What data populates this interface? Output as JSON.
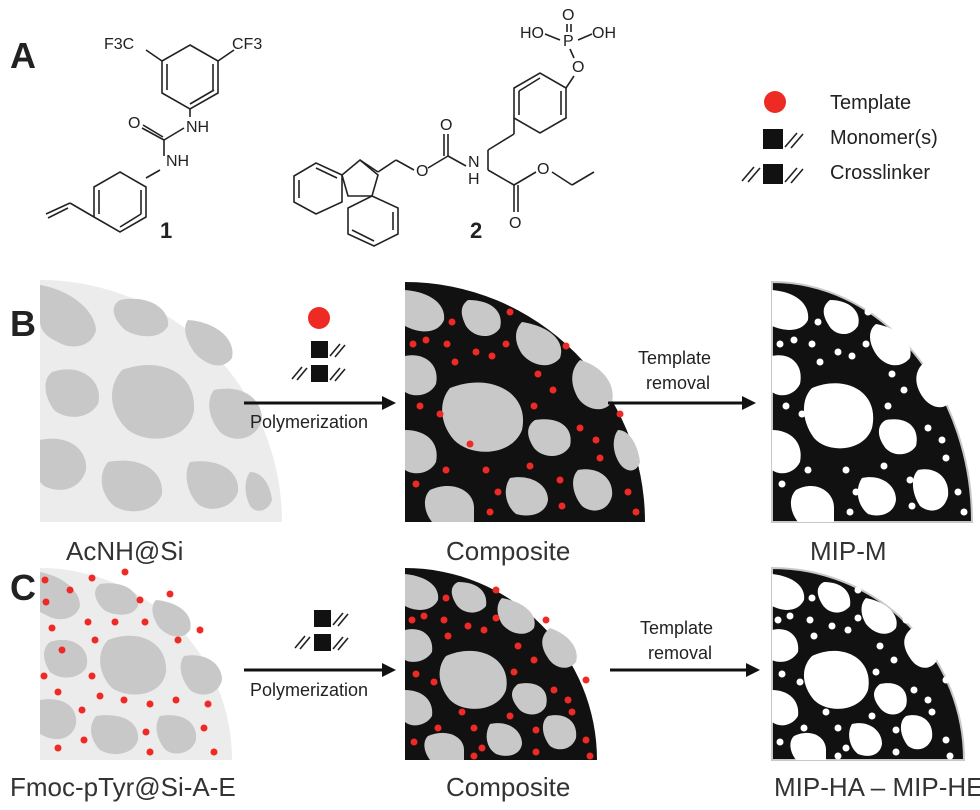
{
  "panels": {
    "a": "A",
    "b": "B",
    "c": "C"
  },
  "compounds": {
    "c1": {
      "number": "1",
      "cf3_left": "F3C",
      "cf3_right": "CF3",
      "nh_top": "NH",
      "nh_bottom": "NH",
      "o": "O"
    },
    "c2": {
      "number": "2",
      "ho_left": "HO",
      "oh_right": "OH",
      "p": "P",
      "o_top": "O",
      "o_ether": "O",
      "o_carb": "O",
      "o_carb2": "O",
      "nh": "N",
      "h": "H",
      "o_ester": "O",
      "o_ester2": "O"
    }
  },
  "legend": {
    "template": "Template",
    "monomer": "Monomer(s)",
    "crosslinker": "Crosslinker"
  },
  "colors": {
    "template_red": "#ee2a24",
    "silica_light": "#e8e8e8",
    "silica_dark": "#c7c7c7",
    "polymer": "#0a0a0a"
  },
  "row_b": {
    "step1": "Polymerization",
    "step2_line1": "Template",
    "step2_line2": "removal",
    "label1": "AcNH@Si",
    "label2": "Composite",
    "label3": "MIP-M"
  },
  "row_c": {
    "step1": "Polymerization",
    "step2_line1": "Template",
    "step2_line2": "removal",
    "label1": "Fmoc-pTyr@Si-A-E",
    "label2": "Composite",
    "label3": "MIP-HA – MIP-HE"
  }
}
